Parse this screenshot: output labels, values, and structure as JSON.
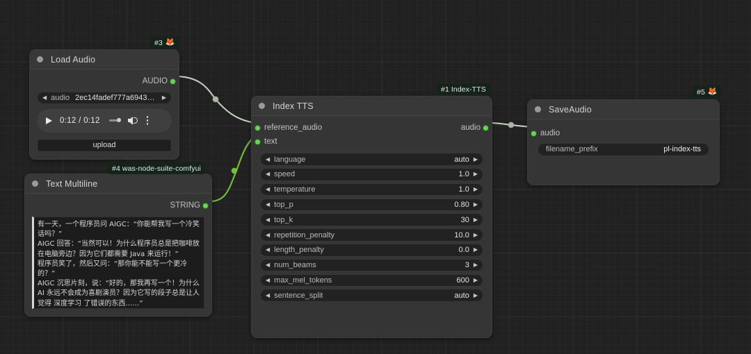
{
  "app": {
    "canvas_name": "comfyui-node-graph"
  },
  "nodes": {
    "load_audio": {
      "badge": {
        "id": "#3",
        "icon": "fox-face-icon",
        "glyph": "🦊"
      },
      "title": "Load Audio",
      "outputs": [
        {
          "label": "AUDIO",
          "type": "AUDIO"
        }
      ],
      "widgets": [
        {
          "name": "audio",
          "value": "2ec14fadef777a6943…",
          "kind": "combo"
        }
      ],
      "player": {
        "time": "0:12 / 0:12",
        "play_label": "play"
      },
      "upload_label": "upload"
    },
    "text_multiline": {
      "badge": {
        "id": "#4",
        "pack": "was-node-suite-comfyui",
        "text": "#4 was-node-suite-comfyui"
      },
      "title": "Text Multiline",
      "outputs": [
        {
          "label": "STRING",
          "type": "STRING"
        }
      ],
      "text_value": "有一天，一个程序员问 AIGC：“你能帮我写一个冷笑话吗？”\nAIGC 回答：“当然可以！为什么程序员总是把咖啡放在电脑旁边？因为它们都需要 Java 来运行！”\n程序员笑了，然后又问：“那你能不能写一个更冷的？”\nAIGC 沉思片刻，说：“好的，那我再写一个！为什么 AI 永远不会成为喜剧演员？因为它写的段子总是让人觉得 深度学习 了错误的东西……”"
    },
    "index_tts": {
      "badge": {
        "id": "#1",
        "pack": "Index-TTS",
        "text": "#1 Index-TTS"
      },
      "title": "Index TTS",
      "inputs": [
        {
          "label": "reference_audio",
          "type": "AUDIO"
        },
        {
          "label": "text",
          "type": "STRING"
        }
      ],
      "outputs": [
        {
          "label": "audio",
          "type": "AUDIO"
        }
      ],
      "widgets": [
        {
          "name": "language",
          "value": "auto"
        },
        {
          "name": "speed",
          "value": "1.0"
        },
        {
          "name": "temperature",
          "value": "1.0"
        },
        {
          "name": "top_p",
          "value": "0.80"
        },
        {
          "name": "top_k",
          "value": "30"
        },
        {
          "name": "repetition_penalty",
          "value": "10.0"
        },
        {
          "name": "length_penalty",
          "value": "0.0"
        },
        {
          "name": "num_beams",
          "value": "3"
        },
        {
          "name": "max_mel_tokens",
          "value": "600"
        },
        {
          "name": "sentence_split",
          "value": "auto"
        }
      ]
    },
    "save_audio": {
      "badge": {
        "id": "#5",
        "icon": "fox-face-icon",
        "glyph": "🦊"
      },
      "title": "SaveAudio",
      "inputs": [
        {
          "label": "audio",
          "type": "AUDIO"
        }
      ],
      "widgets": [
        {
          "name": "filename_prefix",
          "value": "pl-index-tts"
        }
      ]
    }
  },
  "links": [
    {
      "from": "load_audio.AUDIO",
      "to": "index_tts.reference_audio",
      "color": "#c3cfc0"
    },
    {
      "from": "text_multiline.STRING",
      "to": "index_tts.text",
      "color": "#6fbf3a"
    },
    {
      "from": "index_tts.audio",
      "to": "save_audio.audio",
      "color": "#c3cfc0"
    }
  ],
  "colors": {
    "canvas_bg": "#212121",
    "node_bg": "#353535",
    "node_header": "#383838",
    "widget_bg": "#222222",
    "slot_green": "#5ddb4a",
    "link_audio": "#c3cfc0",
    "link_string": "#6fbf3a",
    "badge_bg": "#15241a",
    "text_primary": "#d3d3d3"
  },
  "arrows": {
    "left": "◀",
    "right": "▶"
  }
}
